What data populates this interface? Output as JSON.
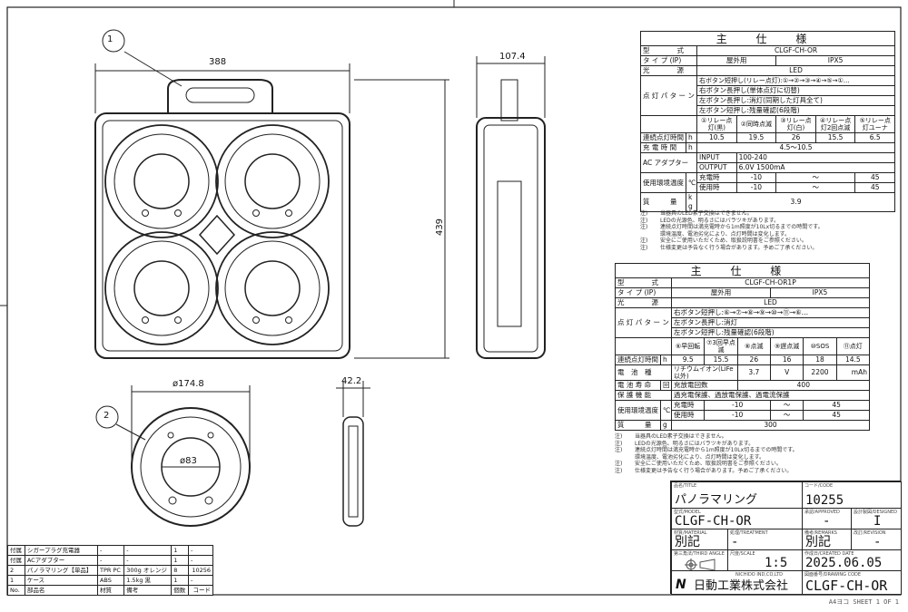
{
  "dimensions": {
    "width": "388",
    "height": "439",
    "depth": "107.4",
    "ring_diameter": "ø174.8",
    "ring_inner": "ø83",
    "ring_thickness": "42.2",
    "balloon1": "1",
    "balloon2": "2"
  },
  "spec1": {
    "title": "主 仕 様",
    "model_label": "型　　　　式",
    "model": "CLGF-CH-OR",
    "type_label": "タ イ プ (IP)",
    "type": "屋外用",
    "ip": "IPX5",
    "light_label": "光　　　　源",
    "light": "LED",
    "pattern_label": "点 灯 パ タ ー ン",
    "patterns": [
      "右ボタン短押し(リレー点灯):①→②→③→④→⑤→①…",
      "右ボタン長押し(単体点灯に切替)",
      "左ボタン長押し:消灯(同期した灯具全て)",
      "左ボタン短押し:残量確認(6段階)"
    ],
    "modes": [
      "①リレー点灯(黒)",
      "②同時点滅",
      "③リレー点灯(白)",
      "④リレー点灯2回点滅",
      "⑤リレー点灯ユーナ"
    ],
    "runtime_label": "連続点灯時間",
    "runtime_unit": "h",
    "runtimes": [
      "10.5",
      "19.5",
      "26",
      "15.5",
      "6.5"
    ],
    "charge_label": "充 電 時 間",
    "charge_unit": "h",
    "charge": "4.5～10.5",
    "ac_label": "AC アダプター",
    "input_label": "INPUT",
    "input": "100-240",
    "output_label": "OUTPUT",
    "output": "6.0V 1500mA",
    "temp_label": "使用環境温度",
    "temp_unit": "℃",
    "charging_label": "充電時",
    "using_label": "使用時",
    "tmin": "-10",
    "tilde": "～",
    "tmax": "45",
    "mass_label": "質　　　量",
    "mass_unit": "kg",
    "mass": "3.9"
  },
  "notes": [
    {
      "m": "注)",
      "t": "当器具のLED素子交換はできません。"
    },
    {
      "m": "注)",
      "t": "LEDの光源色、明るさにはバラツキがあります。"
    },
    {
      "m": "注)",
      "t": "連続点灯時間は満充電時から1m照度が10Lx切るまでの時間です。"
    },
    {
      "m": "",
      "t": "環境温度、電池劣化により、点灯時間は変化します。"
    },
    {
      "m": "注)",
      "t": "安全にご使用いただくため、取扱説明書をご参照ください。"
    },
    {
      "m": "注)",
      "t": "仕様変更は予告なく行う場合があります。予めご了承ください。"
    }
  ],
  "spec2": {
    "title": "主 仕 様",
    "model_label": "型　　　　式",
    "model": "CLGF-CH-OR1P",
    "type_label": "タ イ プ (IP)",
    "type": "屋外用",
    "ip": "IPX5",
    "light_label": "光　　　　源",
    "light": "LED",
    "pattern_label": "点 灯 パ タ ー ン",
    "patterns": [
      "右ボタン短押し:⑥→⑦→⑧→⑨→⑩→⑪→⑥…",
      "左ボタン長押し:消灯",
      "左ボタン短押し:残量確認(6段階)"
    ],
    "modes": [
      "⑥早回転",
      "⑦3回早点滅",
      "⑧点滅",
      "⑨遅点滅",
      "⑩SOS",
      "⑪点灯"
    ],
    "runtime_label": "連続点灯時間",
    "runtime_unit": "h",
    "runtimes": [
      "9.5",
      "15.5",
      "26",
      "16",
      "18",
      "14.5"
    ],
    "battery_label": "電　池　種",
    "battery_type": "リチウムイオン(LiFe以外)",
    "voltage": "3.7",
    "v_unit": "V",
    "capacity": "2200",
    "cap_unit": "mAh",
    "life_label": "電 池 寿 命",
    "life_unit": "回",
    "life_desc": "充放電回数",
    "life": "400",
    "protect_label": "保 護 機 能",
    "protect": "過充電保護、過放電保護、過電流保護",
    "temp_label": "使用環境温度",
    "temp_unit": "℃",
    "charging_label": "充電時",
    "using_label": "使用時",
    "tmin": "-10",
    "tilde": "～",
    "tmax": "45",
    "mass_label": "質　　　量",
    "mass_unit": "g",
    "mass": "300"
  },
  "title_block": {
    "title_label": "品名/TITLE",
    "title": "パノラマリング",
    "code_label": "コード/CODE",
    "code": "10255",
    "model_label": "型式/MODEL",
    "model": "CLGF-CH-OR",
    "approved_label": "承認/APPROVED",
    "approved": "-",
    "designed_label": "設計製図/DESIGNED",
    "designed": "I",
    "material_label": "材質/MATERIAL",
    "material": "別記",
    "treatment_label": "処理/TREATMENT",
    "treatment": "-",
    "remarks_label": "備考/REMARKS",
    "remarks": "別記",
    "revision_label": "改訂/REVISION",
    "revision": "-",
    "angle_label": "第三角法/THIRD ANGLE",
    "scale_label": "尺度/SCALE",
    "scale": "1:5",
    "date_label": "作成日/CREATED DATE",
    "date": "2025.06.05",
    "company_en": "NICHIDO IND,CO,LTD",
    "company": "日動工業株式会社",
    "dwg_label": "図面番号/DRAWING CODE",
    "dwg": "CLGF-CH-OR",
    "sheet": "A4ヨコ SHEET 1 OF 1"
  },
  "parts": {
    "rows": [
      [
        "付属",
        "シガープラグ充電器",
        "-",
        "-",
        "1",
        "-"
      ],
      [
        "付属",
        "ACアダプター",
        "-",
        "-",
        "1",
        "-"
      ],
      [
        "2",
        "パノラマリング【単品】",
        "TPR PC",
        "300g オレンジ",
        "8",
        "10256"
      ],
      [
        "1",
        "ケース",
        "ABS",
        "1.5kg 黒",
        "1",
        "-"
      ]
    ],
    "header": [
      "No.",
      "部品名",
      "材質",
      "備考",
      "個数",
      "コード"
    ]
  }
}
